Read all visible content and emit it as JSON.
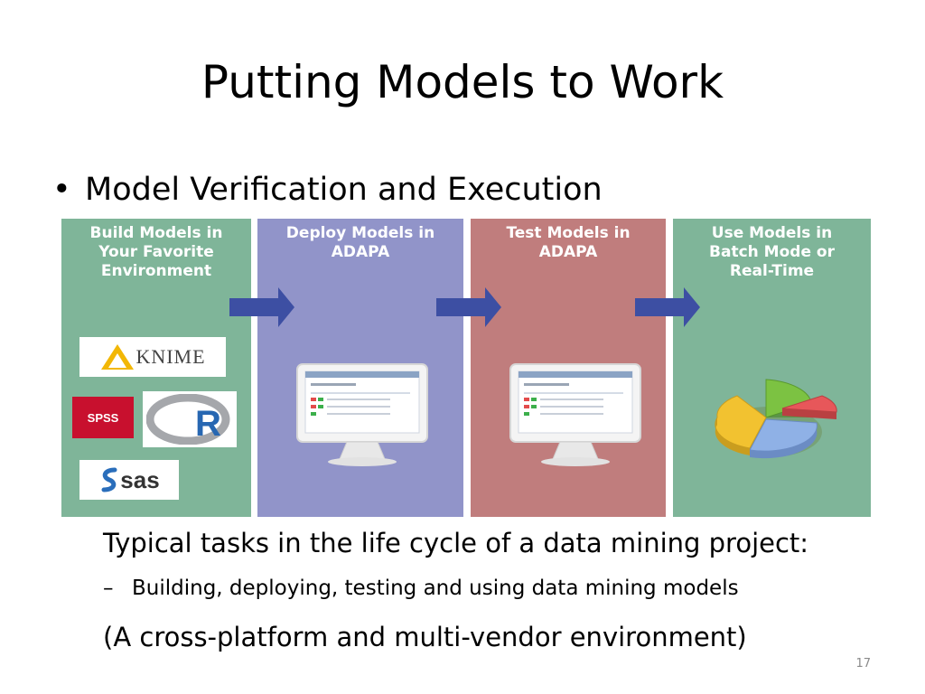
{
  "slide": {
    "title": "Putting Models to Work",
    "bullet": "Model Verification and Execution",
    "panels": [
      {
        "line1": "Build Models in",
        "line2": "Your Favorite",
        "line3": "Environment",
        "color": "#7fb599"
      },
      {
        "line1": "Deploy Models in",
        "line2": "ADAPA",
        "line3": "",
        "color": "#9194c9"
      },
      {
        "line1": "Test Models in",
        "line2": "ADAPA",
        "line3": "",
        "color": "#c07d7d"
      },
      {
        "line1": "Use Models in",
        "line2": "Batch Mode or",
        "line3": "Real-Time",
        "color": "#7fb599"
      }
    ],
    "logos": {
      "knime": "KNIME",
      "spss": "SPSS",
      "r": "R",
      "sas": "sas"
    },
    "arrow_color": "#3d4fa3",
    "sub1": "Typical tasks in the life cycle of a data mining project:",
    "sub2_dash": "–",
    "sub2": "Building, deploying, testing and using data mining models",
    "sub3": "(A cross-platform and multi-vendor environment)",
    "page_number": "17"
  }
}
